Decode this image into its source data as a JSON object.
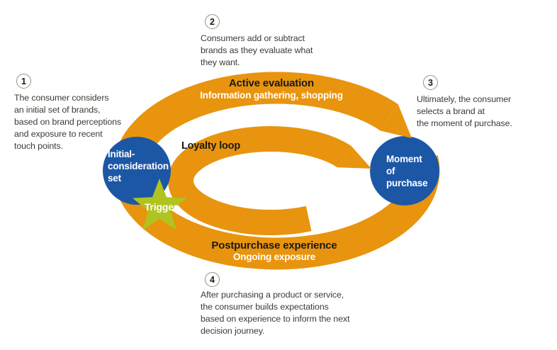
{
  "colors": {
    "orange": "#e8940e",
    "blue": "#1c57a6",
    "green": "#b1c31e",
    "label_dark": "#1a1a1a",
    "body_text": "#3e3a35",
    "badge_border": "#9a9080",
    "white": "#ffffff"
  },
  "loop": {
    "active_evaluation": {
      "title": "Active evaluation",
      "subtitle": "Information gathering, shopping"
    },
    "loyalty_loop_label": "Loyalty loop",
    "postpurchase": {
      "title": "Postpurchase experience",
      "subtitle": "Ongoing exposure"
    }
  },
  "nodes": {
    "initial_consideration": {
      "lines": [
        "Initial-",
        "consideration",
        "set"
      ]
    },
    "moment_of_purchase": {
      "lines": [
        "Moment",
        "of",
        "purchase"
      ]
    },
    "trigger_label": "Trigger"
  },
  "annotations": [
    {
      "number": "1",
      "lines": [
        "The consumer considers",
        "an initial set of brands,",
        "based on brand perceptions",
        "and exposure to recent",
        "touch points."
      ]
    },
    {
      "number": "2",
      "lines": [
        "Consumers add or subtract",
        "brands as they evaluate what",
        "they want."
      ]
    },
    {
      "number": "3",
      "lines": [
        "Ultimately, the consumer",
        "selects a brand at",
        "the moment of purchase."
      ]
    },
    {
      "number": "4",
      "lines": [
        "After purchasing a product or service,",
        "the consumer builds expectations",
        "based on experience to inform the next",
        "decision journey."
      ]
    }
  ]
}
